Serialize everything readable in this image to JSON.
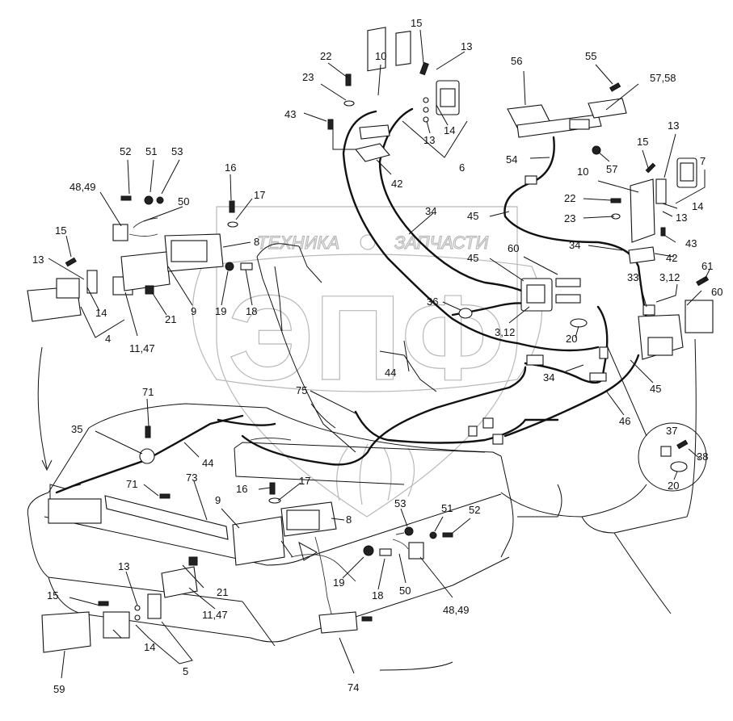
{
  "watermark": {
    "top_left": "ТЕХНИКА",
    "top_right": "ЗАПЧАСТИ",
    "big": "ЭПФ"
  },
  "labels": {
    "l15a": "15",
    "l13a": "13",
    "l10a": "10",
    "l22a": "22",
    "l23a": "23",
    "l43a": "43",
    "l14a": "14",
    "l13b": "13",
    "l42a": "42",
    "l6": "6",
    "l56": "56",
    "l55": "55",
    "l5758a": "57,58",
    "l54": "54",
    "l57": "57",
    "l13c": "13",
    "l15b": "15",
    "l7": "7",
    "l10b": "10",
    "l22b": "22",
    "l23b": "23",
    "l14b": "14",
    "l13d": "13",
    "l43b": "43",
    "l42b": "42",
    "l34a": "34",
    "l45a": "45",
    "l34b": "34",
    "l45b": "45",
    "l60a": "60",
    "l61": "61",
    "l60b": "60",
    "l33": "33",
    "l312a": "3,12",
    "l36": "36",
    "l312b": "3,12",
    "l20a": "20",
    "l34c": "34",
    "l45c": "45",
    "l46": "46",
    "l37": "37",
    "l38": "38",
    "l20b": "20",
    "l52a": "52",
    "l51a": "51",
    "l53a": "53",
    "l4849a": "48,49",
    "l50a": "50",
    "l16a": "16",
    "l17a": "17",
    "l8a": "8",
    "l15c": "15",
    "l13e": "13",
    "l14c": "14",
    "l9a": "9",
    "l21a": "21",
    "l19a": "19",
    "l18a": "18",
    "l1147a": "11,47",
    "l4": "4",
    "l44a": "44",
    "l75": "75",
    "l71a": "71",
    "l35": "35",
    "l44b": "44",
    "l71b": "71",
    "l73": "73",
    "l16b": "16",
    "l17b": "17",
    "l9b": "9",
    "l8b": "8",
    "l53b": "53",
    "l51b": "51",
    "l52b": "52",
    "l19b": "19",
    "l18b": "18",
    "l50b": "50",
    "l4849b": "48,49",
    "l13f": "13",
    "l15d": "15",
    "l21b": "21",
    "l1147b": "11,47",
    "l14d": "14",
    "l59": "59",
    "l5": "5",
    "l74": "74"
  }
}
